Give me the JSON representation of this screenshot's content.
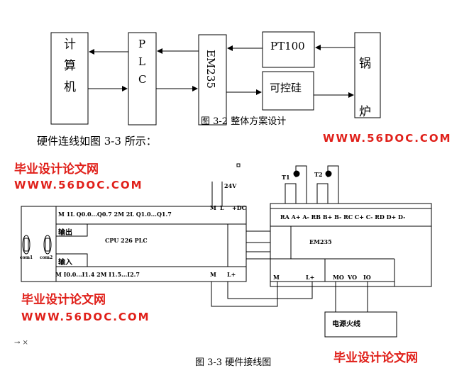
{
  "fig32": {
    "computer": [
      "计",
      "算",
      "机"
    ],
    "plc": [
      "P",
      "L",
      "C"
    ],
    "em235": "EM235",
    "pt100": "PT100",
    "scr": "可控硅",
    "boiler": [
      "锅",
      "炉"
    ],
    "caption": "图 3-2  整体方案设计"
  },
  "body_text": "硬件连线如图 3-3 所示：",
  "fig33": {
    "plc_top_row": "M 1L Q0.0...Q0.7  2M 2L Q1.0...Q1.7",
    "plc_m": "M",
    "plc_l": "L",
    "plc_dc": "+DC",
    "v24": "24V",
    "output": "输出",
    "input": "输入",
    "cpu": "CPU 226 PLC",
    "com1": "com1",
    "com2": "com2",
    "plc_bottom_row": "M I0.0...I1.4  2M I1.5...I2.7",
    "plc_bm": "M",
    "plc_bl": "L+",
    "t1": "T1",
    "t2": "T2",
    "em_terminals": "RA A+ A- RB B+ B- RC C+ C- RD D+ D-",
    "em235": "EM235",
    "em_m": "M",
    "em_l": "L+",
    "mo": "MO",
    "vo": "VO",
    "io": "IO",
    "load": "电源火线",
    "caption": "图 3-3  硬件接线图"
  },
  "misc": "⊸ ×",
  "watermark": {
    "cn": "毕业设计论文网",
    "url": "WWW.56DOC.COM"
  }
}
